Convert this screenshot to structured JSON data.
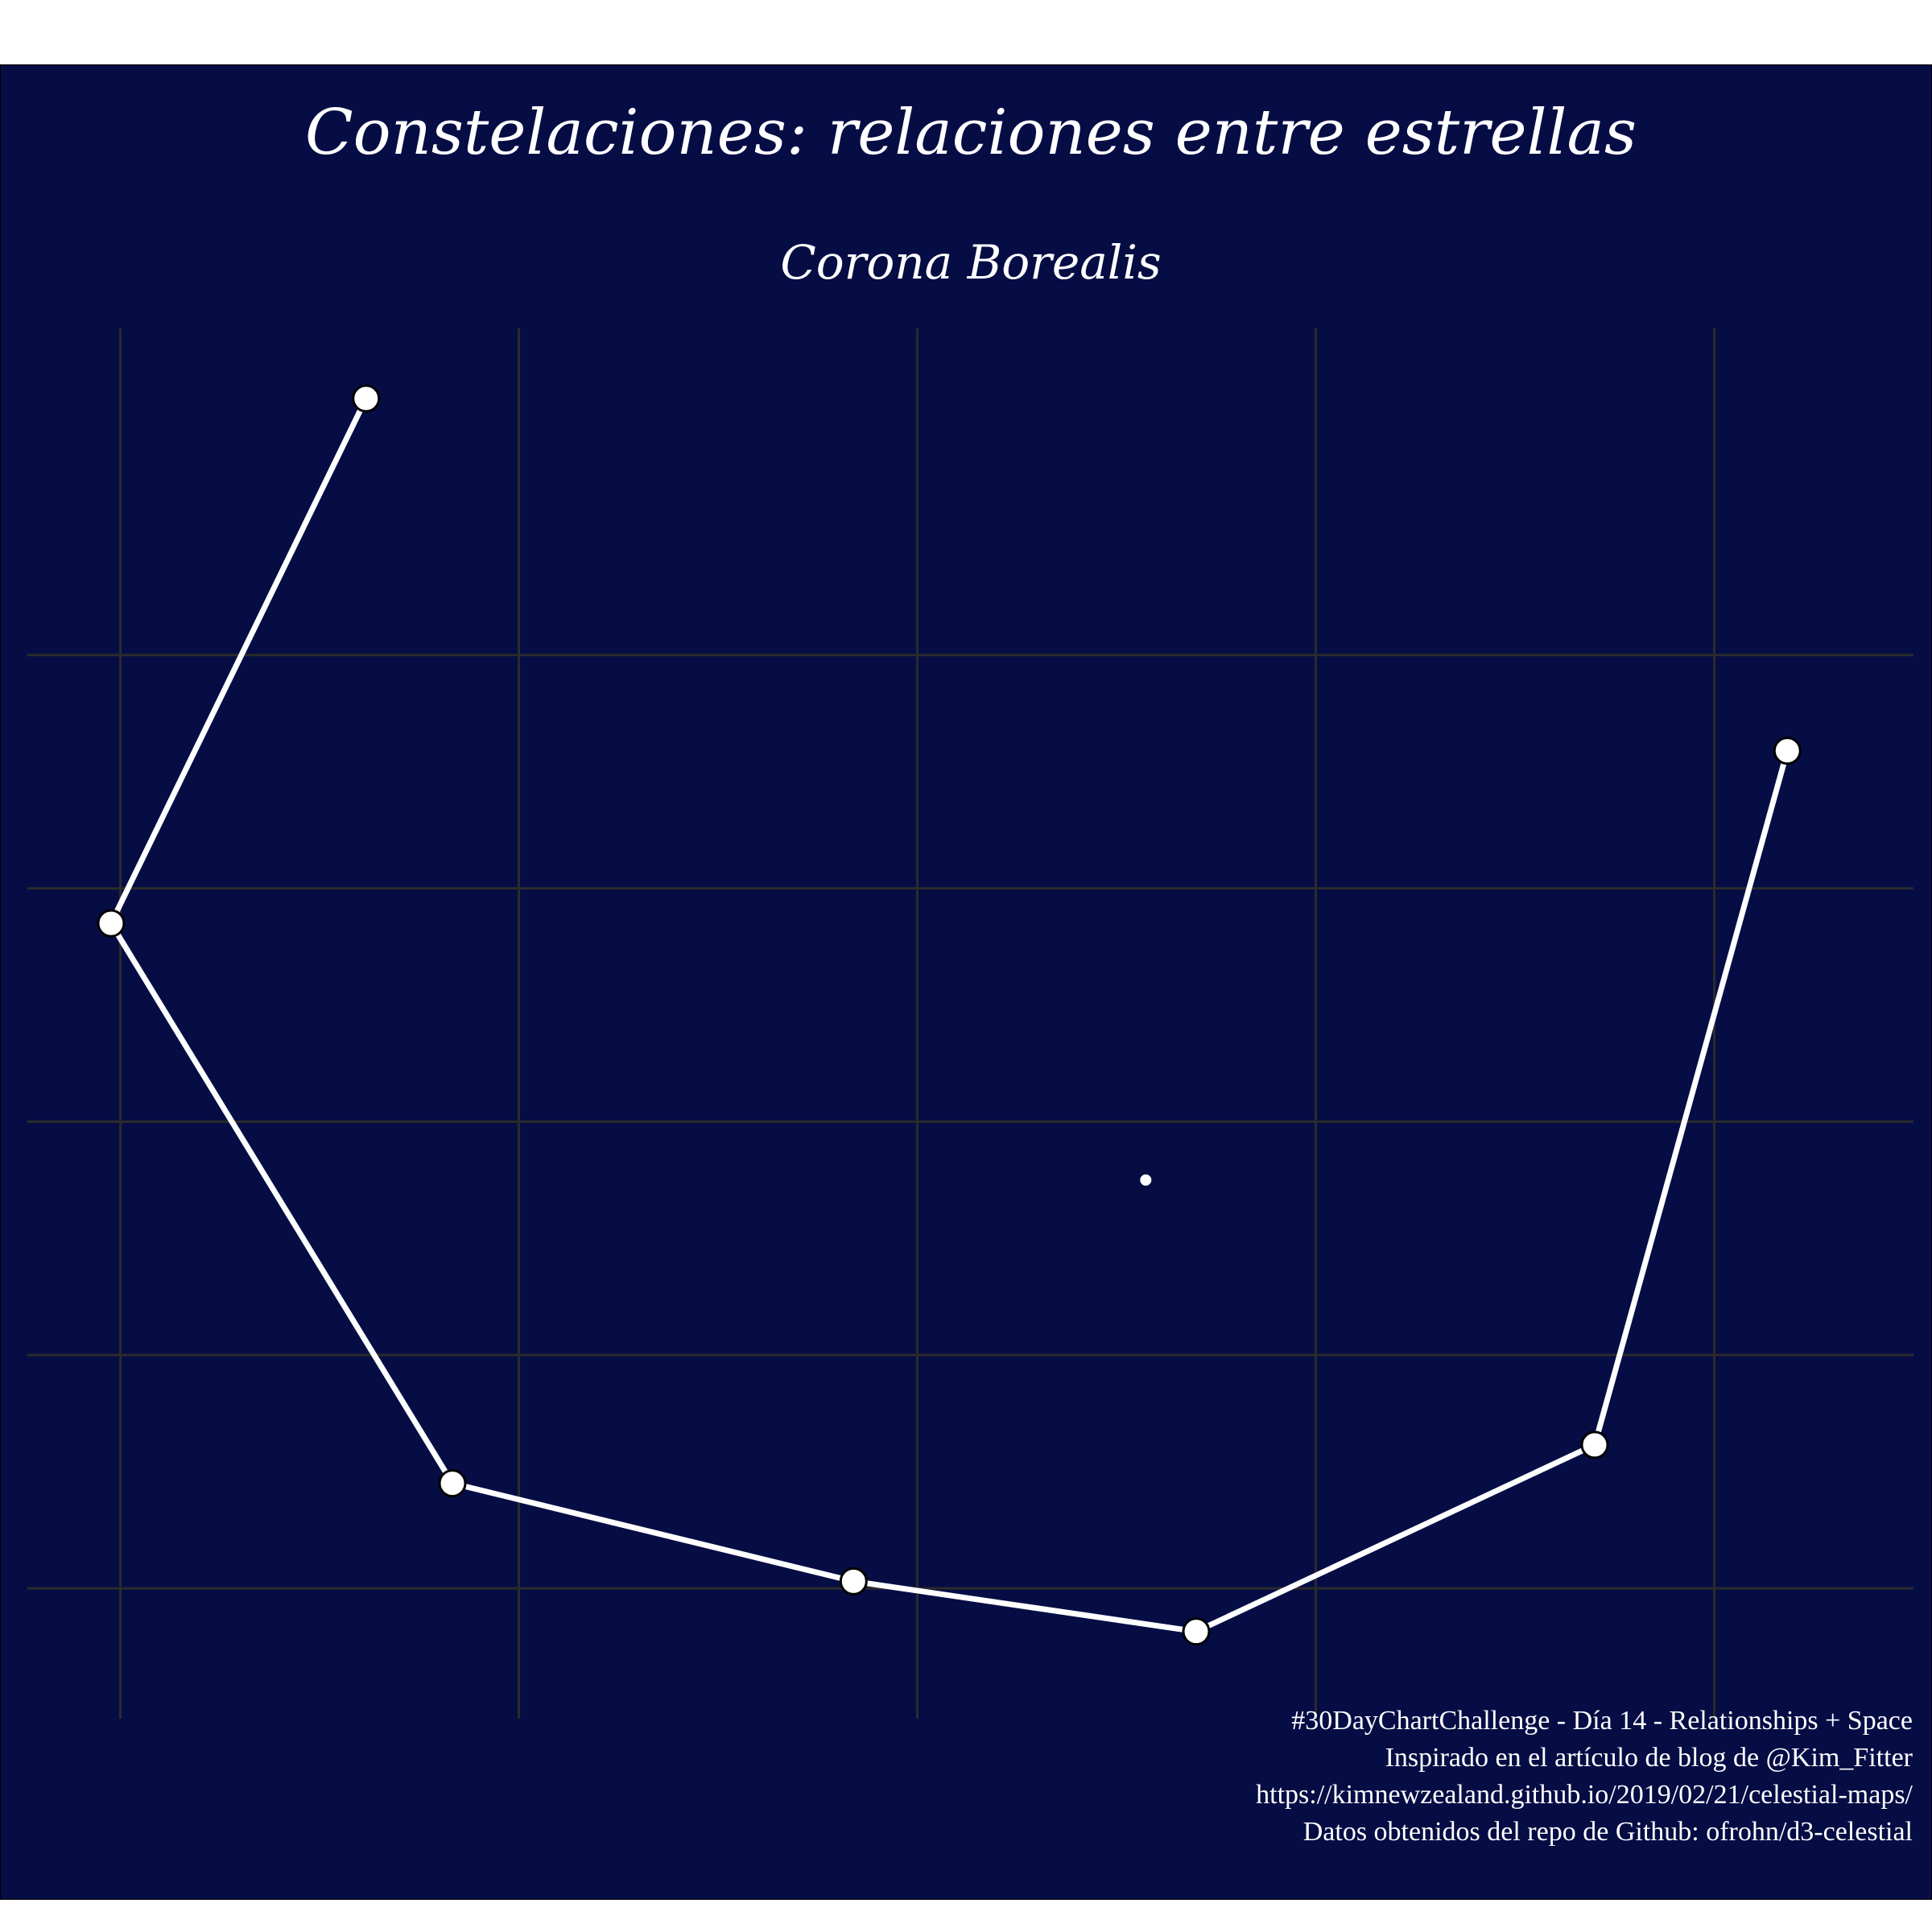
{
  "colors": {
    "background": "#060d45",
    "grid": "#2b2b2b",
    "line": "#ffffff",
    "star_fill": "#ffffff",
    "star_stroke": "#000000",
    "text": "#ffffff"
  },
  "chart_data": {
    "type": "line",
    "title": "Constelaciones: relaciones entre estrellas",
    "subtitle": "Corona Borealis",
    "xlabel": "",
    "ylabel": "",
    "grid": true,
    "axis_ticks_labels": false,
    "xlim": [
      0,
      14.2
    ],
    "ylim": [
      0,
      11.6
    ],
    "x_gridlines": [
      0.7,
      3.7,
      6.7,
      9.7,
      12.7
    ],
    "y_gridlines": [
      0.8,
      2.8,
      4.8,
      6.8,
      8.8
    ],
    "series": [
      {
        "connected": true,
        "points": [
          {
            "x": 2.55,
            "y": 11.0
          },
          {
            "x": 0.63,
            "y": 6.5
          },
          {
            "x": 3.2,
            "y": 1.7
          },
          {
            "x": 6.22,
            "y": 0.86
          },
          {
            "x": 8.8,
            "y": 0.43
          },
          {
            "x": 11.8,
            "y": 2.03
          },
          {
            "x": 13.25,
            "y": 7.98
          }
        ]
      },
      {
        "connected": false,
        "points": [
          {
            "x": 8.42,
            "y": 4.3
          }
        ]
      }
    ],
    "caption": [
      "#30DayChartChallenge - Día 14 - Relationships + Space",
      "Inspirado en el artículo de blog de @Kim_Fitter",
      "https://kimnewzealand.github.io/2019/02/21/celestial-maps/",
      "Datos obtenidos del repo de Github: ofrohn/d3-celestial"
    ]
  }
}
